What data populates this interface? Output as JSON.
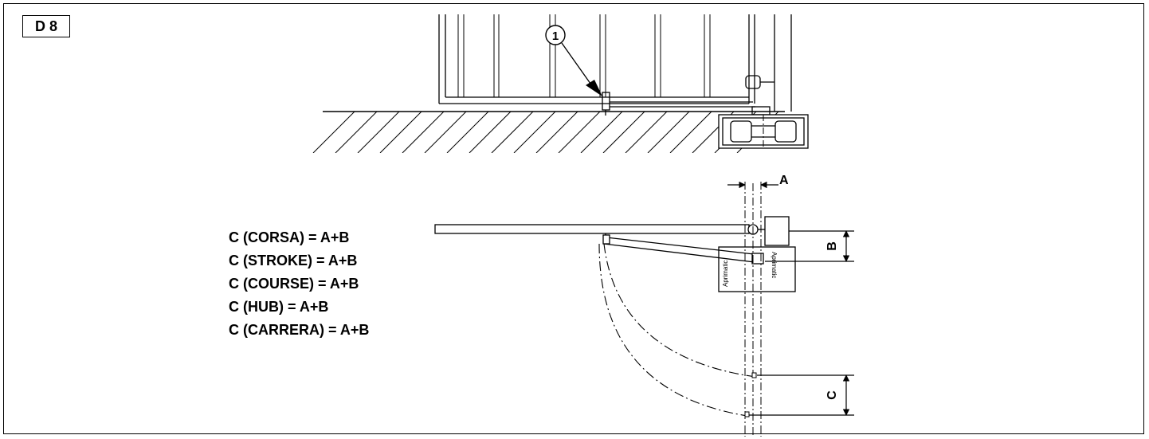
{
  "figure_id": "D 8",
  "callout_number": "1",
  "dimension_labels": {
    "a": "A",
    "b": "B",
    "c": "C"
  },
  "formulas": [
    "C (CORSA) = A+B",
    "C (STROKE) = A+B",
    "C (COURSE) = A+B",
    "C (HUB) = A+B",
    "C (CARRERA) = A+B"
  ],
  "device_labels": {
    "brand_right": "Aprimatic",
    "brand_left": "Aprimatic"
  }
}
